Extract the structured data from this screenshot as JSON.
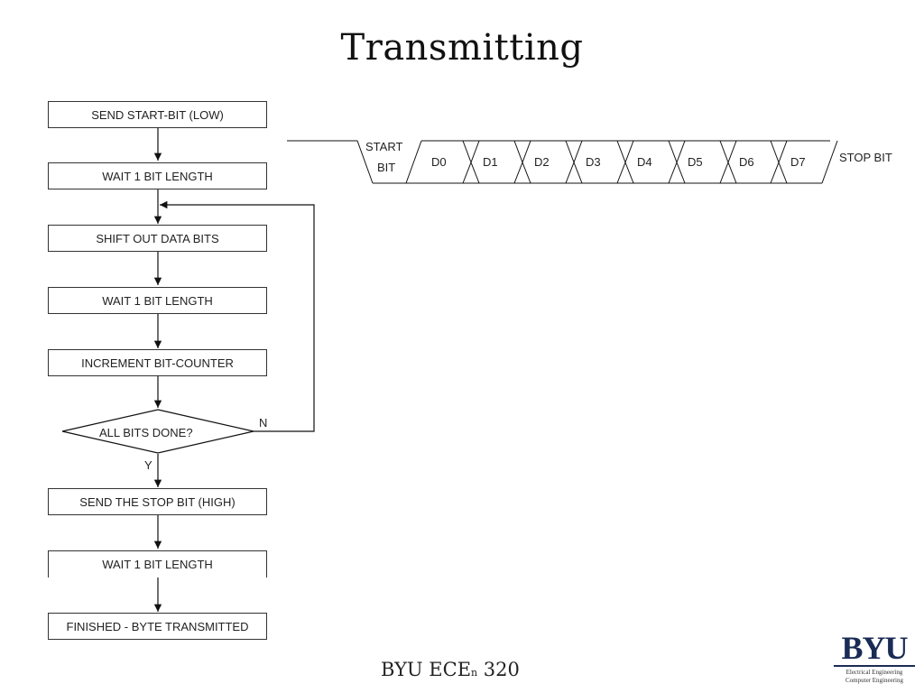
{
  "title": "Transmitting",
  "flowchart": {
    "steps": [
      "SEND START-BIT (LOW)",
      "WAIT 1 BIT LENGTH",
      "SHIFT OUT DATA BITS",
      "WAIT 1 BIT LENGTH",
      "INCREMENT BIT-COUNTER",
      "SEND THE STOP BIT (HIGH)",
      "WAIT 1 BIT LENGTH",
      "FINISHED - BYTE TRANSMITTED"
    ],
    "decision": "ALL BITS DONE?",
    "no_label": "N",
    "yes_label": "Y"
  },
  "waveform": {
    "start_line1": "START",
    "start_line2": "BIT",
    "bits": [
      "D0",
      "D1",
      "D2",
      "D3",
      "D4",
      "D5",
      "D6",
      "D7"
    ],
    "stop": "STOP BIT"
  },
  "footer": {
    "text": "BYU  ECE",
    "subscript": "n",
    "number": " 320"
  },
  "logo": {
    "brand": "BYU",
    "line1": "Electrical Engineering",
    "line2": "Computer Engineering",
    "color": "#1a2b55"
  }
}
